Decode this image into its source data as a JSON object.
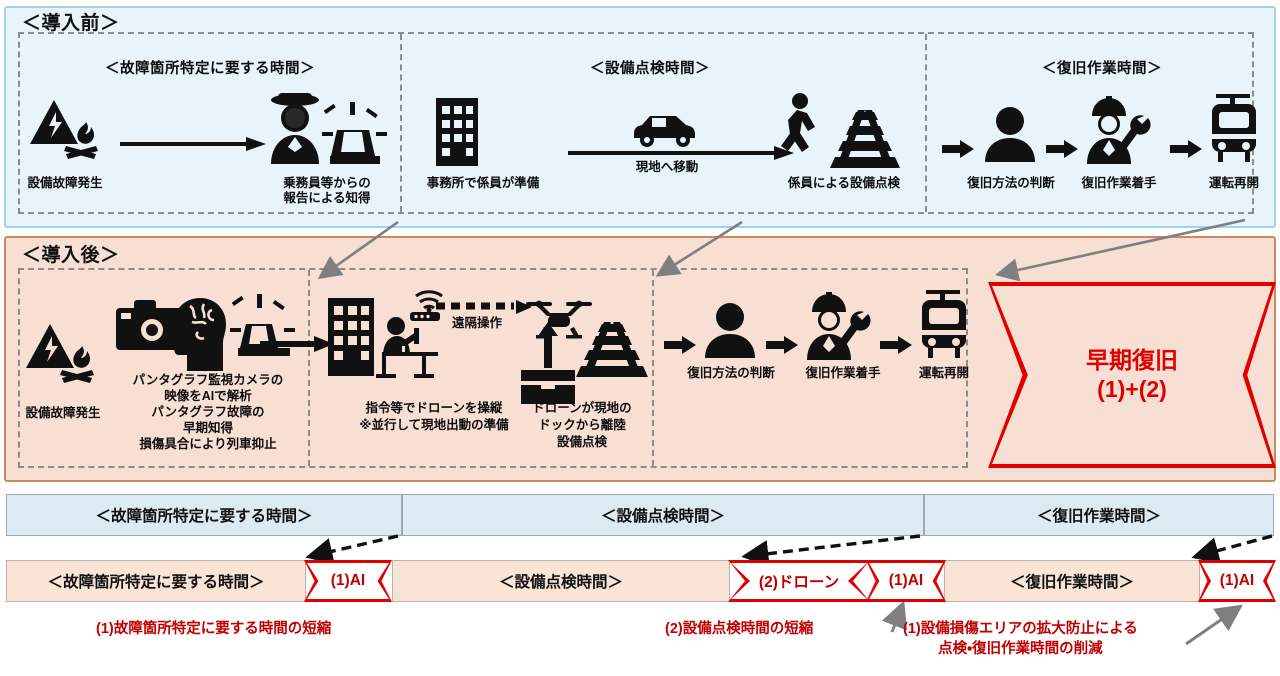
{
  "before": {
    "heading": "＜導入前＞",
    "phases": [
      {
        "title": "＜故障箇所特定に要する時間＞"
      },
      {
        "title": "＜設備点検時間＞"
      },
      {
        "title": "＜復旧作業時間＞"
      }
    ],
    "steps": [
      {
        "icon": "hazard-fire-icon",
        "label": "設備故障発生"
      },
      {
        "icon": "crew-alarm-icon",
        "label": "乗務員等からの\n報告による知得"
      },
      {
        "icon": "office-building-icon",
        "label": "事務所で係員が準備"
      },
      {
        "icon": "car-icon",
        "label": "現地へ移動"
      },
      {
        "icon": "worker-rail-icon",
        "label": "係員による設備点検"
      },
      {
        "icon": "person-icon",
        "label": "復旧方法の判断"
      },
      {
        "icon": "repair-worker-icon",
        "label": "復旧作業着手"
      },
      {
        "icon": "train-icon",
        "label": "運転再開"
      }
    ],
    "step2_line1": "乗務員等からの",
    "step2_line2": "報告による知得",
    "move_label": "現地へ移動"
  },
  "after": {
    "heading": "＜導入後＞",
    "steps": [
      {
        "icon": "hazard-fire-icon",
        "label": "設備故障発生"
      },
      {
        "icon": "camera-ai-alarm-icon",
        "lines": [
          "パンタグラフ監視カメラの",
          "映像をAIで解析",
          "パンタグラフ故障の",
          "早期知得",
          "損傷具合により列車抑止"
        ]
      },
      {
        "icon": "building-operator-icon",
        "lines": [
          "指令等でドローンを操縦",
          "※並行して現地出動の準備"
        ]
      },
      {
        "icon": "drone-dock-rail-icon",
        "lines": [
          "ドローンが現地の",
          "ドックから離陸",
          "設備点検"
        ]
      },
      {
        "icon": "person-icon",
        "label": "復旧方法の判断"
      },
      {
        "icon": "repair-worker-icon",
        "label": "復旧作業着手"
      },
      {
        "icon": "train-icon",
        "label": "運転再開"
      }
    ],
    "remote_label": "遠隔操作",
    "callout": {
      "line1": "早期復旧",
      "line2": "(1)+(2)"
    }
  },
  "timeline": {
    "before_bars": [
      {
        "label": "＜故障箇所特定に要する時間＞"
      },
      {
        "label": "＜設備点検時間＞"
      },
      {
        "label": "＜復旧作業時間＞"
      }
    ],
    "after_bars": [
      {
        "type": "bar",
        "label": "＜故障箇所特定に要する時間＞"
      },
      {
        "type": "tag",
        "label": "(1)AI"
      },
      {
        "type": "bar",
        "label": "＜設備点検時間＞"
      },
      {
        "type": "tag",
        "label": "(2)ドローン"
      },
      {
        "type": "tag",
        "label": "(1)AI"
      },
      {
        "type": "bar",
        "label": "＜復旧作業時間＞"
      },
      {
        "type": "tag",
        "label": "(1)AI"
      }
    ]
  },
  "notes": [
    {
      "lines": [
        "(1)故障箇所特定に要する時間の短縮"
      ]
    },
    {
      "lines": [
        "(2)設備点検時間の短縮"
      ]
    },
    {
      "lines": [
        "(1)設備損傷エリアの拡大防止による",
        "点検・復旧作業時間の削減"
      ]
    }
  ],
  "colors": {
    "before_bg": "#e8f4fa",
    "before_border": "#9dd3e8",
    "after_bg": "#f7e0d3",
    "after_border": "#c98a62",
    "accent_red": "#e00000",
    "note_red": "#c00000",
    "bar_blue": "#dceaf4",
    "bar_orange": "#fae4d6",
    "dash_gray": "#8c8c8c"
  }
}
